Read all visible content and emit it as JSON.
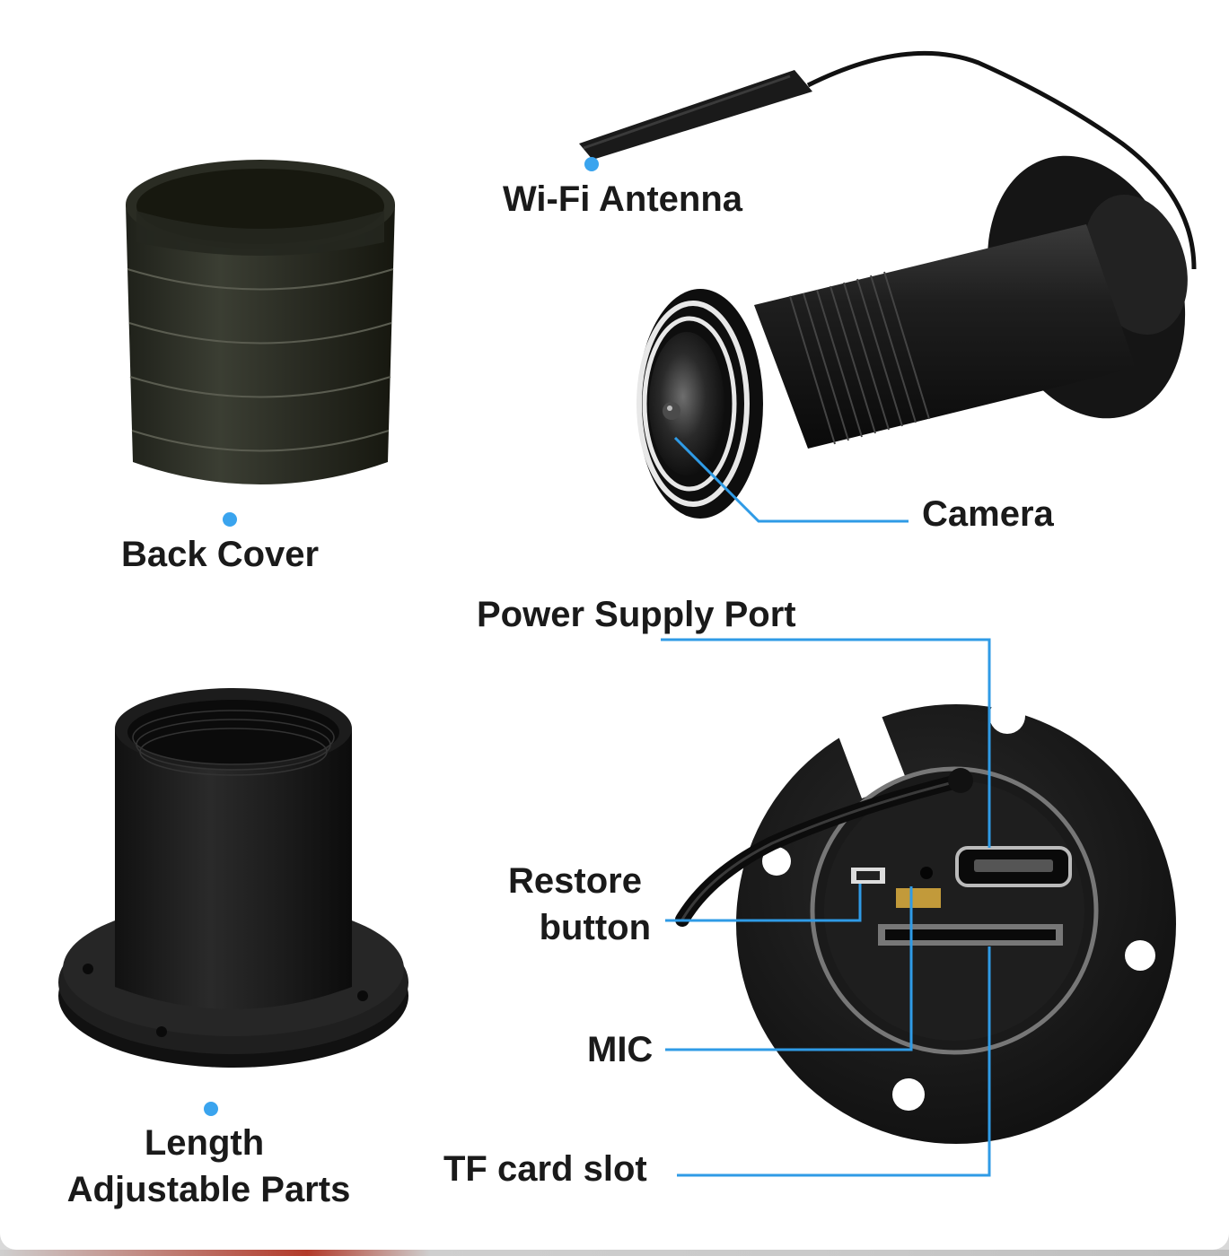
{
  "labels": {
    "wifi_antenna": "Wi-Fi Antenna",
    "back_cover": "Back Cover",
    "camera": "Camera",
    "power_supply_port": "Power Supply Port",
    "restore_button_line1": "Restore",
    "restore_button_line2": "button",
    "mic": "MIC",
    "tf_card_slot": "TF card slot",
    "length_line1": "Length",
    "length_line2": "Adjustable Parts"
  },
  "colors": {
    "callout": "#2f9be6",
    "dot": "#3aa4ee",
    "metal_dark": "#1b1b1b",
    "metal_mid": "#2e2e2e",
    "back_cover": "#2f3128",
    "text": "#1a1a1a"
  }
}
